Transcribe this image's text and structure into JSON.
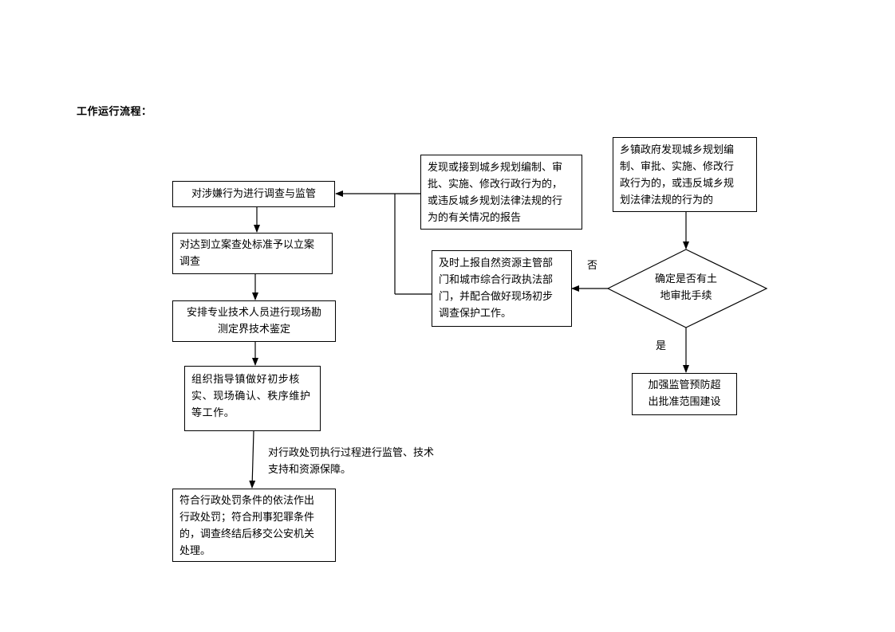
{
  "page": {
    "title": "工作运行流程："
  },
  "flowchart": {
    "nodes": {
      "investigate_supervise": "对涉嫌行为进行调查与监管",
      "file_case": "对达到立案查处标准予以立案\n调查",
      "technical_survey": "安排专业技术人员进行现场勘\n测定界技术鉴定",
      "town_guidance": "组织指导镇做好初步核\n实、现场确认、秩序维护\n等工作。",
      "penalty_decision": "符合行政处罚条件的依法作出\n行政处罚；符合刑事犯罪条件\n的，调查终结后移交公安机关\n处理。",
      "report_received": "发现或接到城乡规划编制、审\n批、实施、修改行政行为的，\n或违反城乡规划法律法规的行\n为的有关情况的报告",
      "timely_report": "及时上报自然资源主管部\n门和城市综合行政执法部\n门，并配合做好现场初步\n调查保护工作。",
      "town_gov_discovery": "乡镇政府发现城乡规划编\n制、审批、实施、修改行\n政行为的，或违反城乡规\n划法律法规的行为的",
      "land_approval_decision": "确定是否有土\n地审批手续",
      "strengthen_supervision": "加强监管预防超\n出批准范围建设"
    },
    "edge_labels": {
      "no": "否",
      "yes": "是",
      "supervision_support": "对行政处罚执行过程进行监管、技术\n支持和资源保障。"
    }
  }
}
